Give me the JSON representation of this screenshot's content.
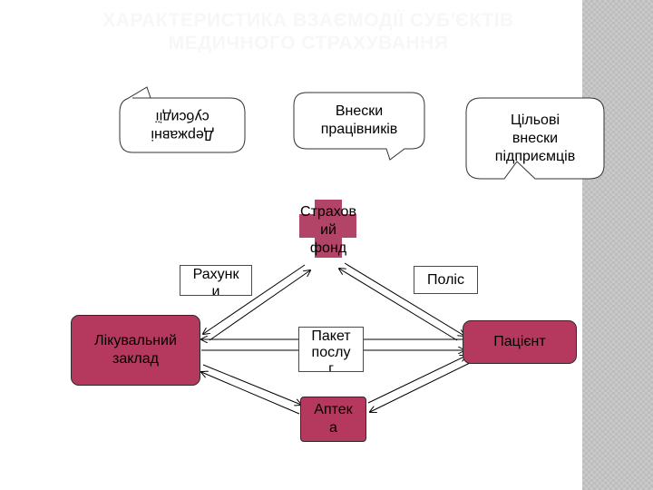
{
  "title": {
    "line1": "ХАРАКТЕРИСТИКА ВЗАЄМОДІЇ СУБ'ЄКТІВ",
    "line2": "МЕДИЧНОГО СТРАХУВАННЯ"
  },
  "callouts": {
    "state_subsidies": [
      "Державні",
      "субсидії"
    ],
    "worker_contributions": [
      "Внески",
      "працівників"
    ],
    "employer_contributions": [
      "Цільові",
      "внески",
      "підприємців"
    ]
  },
  "nodes": {
    "insurance_fund": [
      "Страхов",
      "ий",
      "фонд"
    ],
    "medical_facility": [
      "Лікувальний",
      "заклад"
    ],
    "patient": "Пацієнт",
    "pharmacy": [
      "Аптек",
      "а"
    ]
  },
  "flow_labels": {
    "invoices": [
      "Рахунк",
      "и"
    ],
    "policy": "Поліс",
    "service_package": [
      "Пакет",
      "послу",
      "г"
    ]
  },
  "colors": {
    "node_fill": "#b5395f",
    "accent_fill": "#b24468",
    "title_color": "#f7f7f7"
  }
}
